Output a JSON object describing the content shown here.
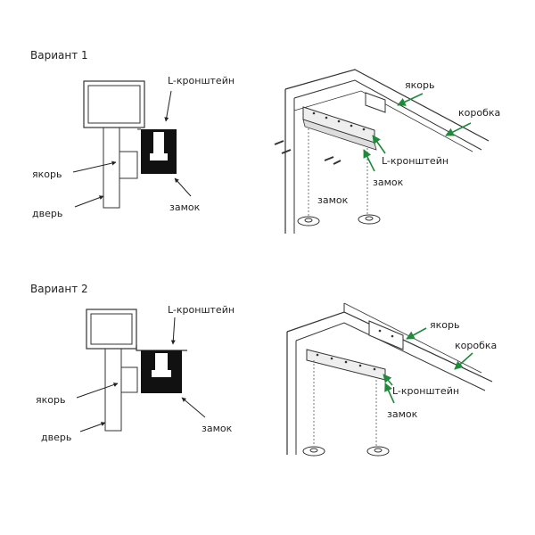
{
  "variants": [
    {
      "title": "Вариант 1",
      "left_labels": {
        "bracket": "L-кронштейн",
        "anchor": "якорь",
        "door": "дверь",
        "lock": "замок"
      },
      "right_labels": {
        "anchor": "якорь",
        "frame": "коробка",
        "bracket": "L-кронштейн",
        "lock_a": "замок",
        "lock_b": "замок"
      }
    },
    {
      "title": "Вариант 2",
      "left_labels": {
        "bracket": "L-кронштейн",
        "anchor": "якорь",
        "door": "дверь",
        "lock": "замок"
      },
      "right_labels": {
        "anchor": "якорь",
        "frame": "коробка",
        "bracket": "L-кронштейн",
        "lock": "замок"
      }
    }
  ],
  "colors": {
    "arrow_green": "#1f8a3a",
    "line": "#333333",
    "lock_fill": "#111111"
  }
}
